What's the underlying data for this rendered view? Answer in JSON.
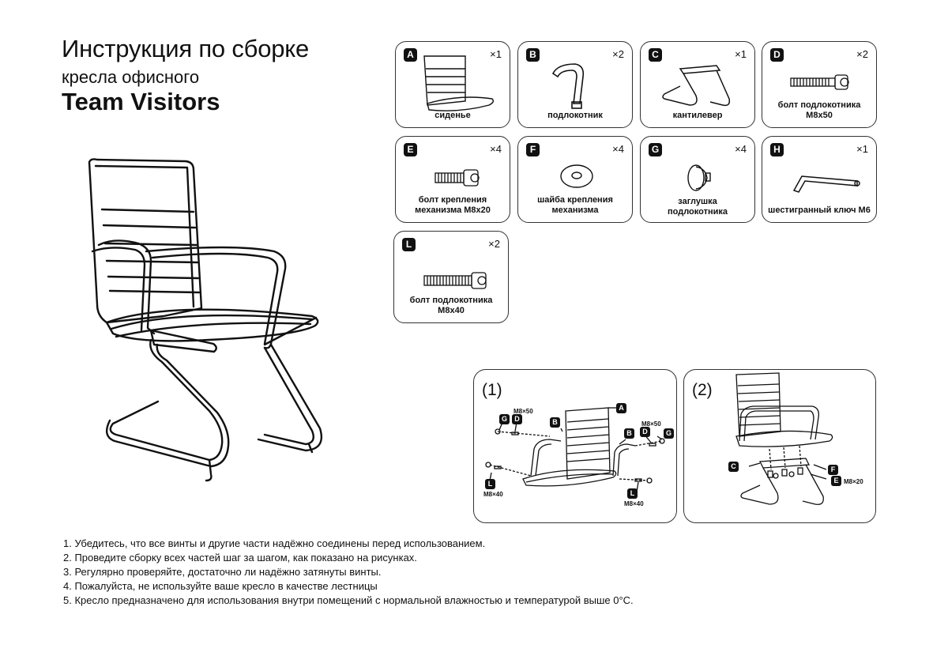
{
  "header": {
    "title": "Инструкция по сборке",
    "subtitle": "кресла офисного",
    "model": "Team Visitors"
  },
  "parts": [
    {
      "letter": "A",
      "qty": "×1",
      "label": "сиденье",
      "icon": "seat-icon"
    },
    {
      "letter": "B",
      "qty": "×2",
      "label": "подлокотник",
      "icon": "armrest-icon"
    },
    {
      "letter": "C",
      "qty": "×1",
      "label": "кантилевер",
      "icon": "cantilever-icon"
    },
    {
      "letter": "D",
      "qty": "×2",
      "label": "болт подлокотника M8x50",
      "icon": "bolt-icon"
    },
    {
      "letter": "E",
      "qty": "×4",
      "label": "болт крепления механизма M8x20",
      "icon": "bolt-icon"
    },
    {
      "letter": "F",
      "qty": "×4",
      "label": "шайба крепления механизма",
      "icon": "washer-icon"
    },
    {
      "letter": "G",
      "qty": "×4",
      "label": "заглушка подлокотника",
      "icon": "cap-icon"
    },
    {
      "letter": "H",
      "qty": "×1",
      "label": "шестигранный ключ M6",
      "icon": "hex-key-icon"
    },
    {
      "letter": "L",
      "qty": "×2",
      "label": "болт подлокотника M8x40",
      "icon": "bolt-icon"
    }
  ],
  "steps": [
    {
      "number": "(1)",
      "callouts": [
        "A",
        "B",
        "D",
        "G",
        "L",
        "B",
        "D",
        "G",
        "L"
      ],
      "sizes": [
        "M8×50",
        "M8×50",
        "M8×40",
        "M8×40"
      ]
    },
    {
      "number": "(2)",
      "callouts": [
        "C",
        "F",
        "E"
      ],
      "sizes": [
        "M8×20"
      ]
    }
  ],
  "notes": [
    "1. Убедитесь, что все винты и другие части надёжно соединены перед использованием.",
    "2. Проведите сборку всех частей шаг за шагом, как показано на рисунках.",
    "3. Регулярно проверяйте, достаточно ли надёжно затянуты винты.",
    "4. Пожалуйста, не используйте ваше кресло в качестве лестницы",
    "5. Кресло предназначено для использования внутри помещений с нормальной влажностью и температурой выше 0°C."
  ]
}
